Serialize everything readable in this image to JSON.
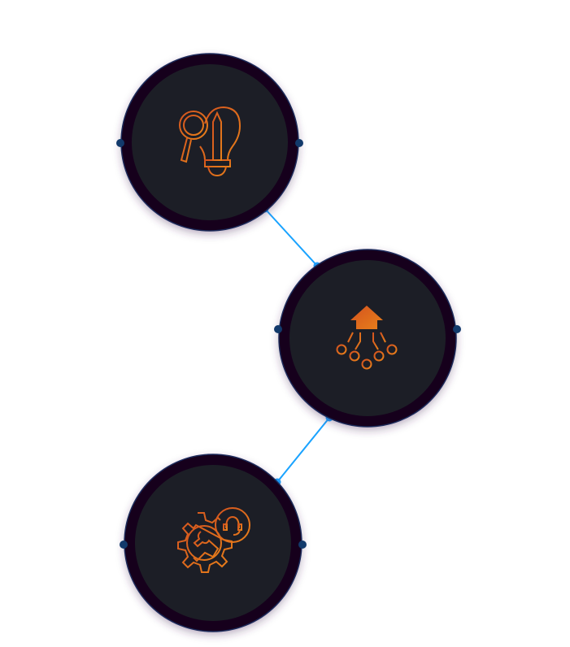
{
  "colors": {
    "background": "#ffffff",
    "ring": "#15001a",
    "ring_edge": "#1b2a5a",
    "disc": "#1c1e26",
    "icon_start": "#d4531f",
    "icon_end": "#e07a1a",
    "connector": "#1aa3ff",
    "side_dot": "#123a6b"
  },
  "nodes": [
    {
      "icon": "lightbulb-pencil-magnifier-icon"
    },
    {
      "icon": "circuit-upload-icon"
    },
    {
      "icon": "gear-wrench-headset-icon"
    }
  ],
  "connectors": [
    {
      "from": 0,
      "to": 1
    },
    {
      "from": 1,
      "to": 2
    }
  ]
}
